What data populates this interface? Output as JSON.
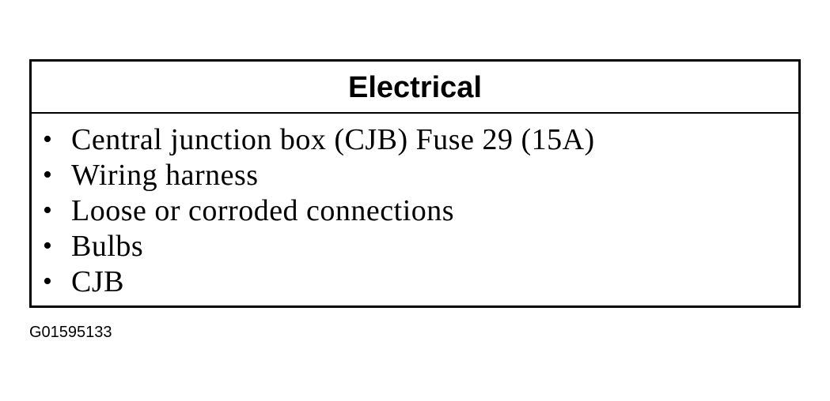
{
  "panel": {
    "title": "Electrical",
    "items": [
      "Central junction box (CJB) Fuse 29 (15A)",
      "Wiring harness",
      "Loose or corroded connections",
      "Bulbs",
      "CJB"
    ]
  },
  "bullet_glyph": "•",
  "figure_code": "G01595133"
}
